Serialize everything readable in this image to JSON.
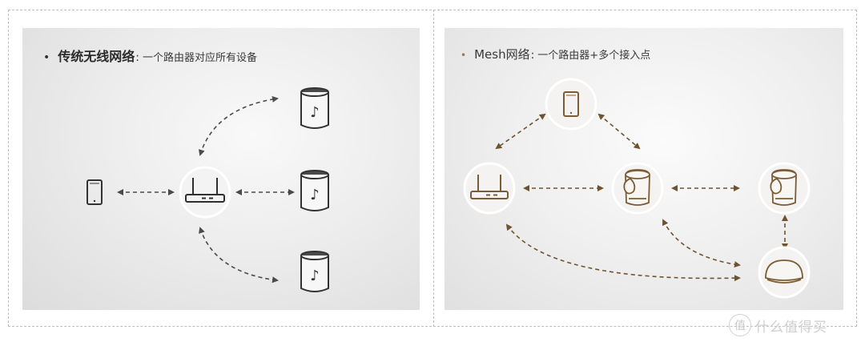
{
  "left_panel": {
    "bullet": "•",
    "title": "传统无线网络",
    "colon": ":",
    "subtitle": "一个路由器对应所有设备",
    "nodes": [
      {
        "name": "phone-icon"
      },
      {
        "name": "router-icon"
      },
      {
        "name": "speaker-top-icon"
      },
      {
        "name": "speaker-middle-icon"
      },
      {
        "name": "speaker-bottom-icon"
      }
    ]
  },
  "right_panel": {
    "bullet": "•",
    "title": "Mesh网络",
    "colon": ":",
    "subtitle": "一个路由器+多个接入点",
    "nodes": [
      {
        "name": "phone-icon"
      },
      {
        "name": "router-icon"
      },
      {
        "name": "access-point-icon"
      },
      {
        "name": "access-point-icon"
      },
      {
        "name": "dome-speaker-icon"
      }
    ]
  },
  "colors": {
    "left_accent": "#444444",
    "left_arrow": "#4a4a4a",
    "right_accent": "#7a5d36",
    "right_arrow": "#6e532e"
  },
  "watermark": {
    "badge": "值",
    "text": "什么值得买"
  }
}
